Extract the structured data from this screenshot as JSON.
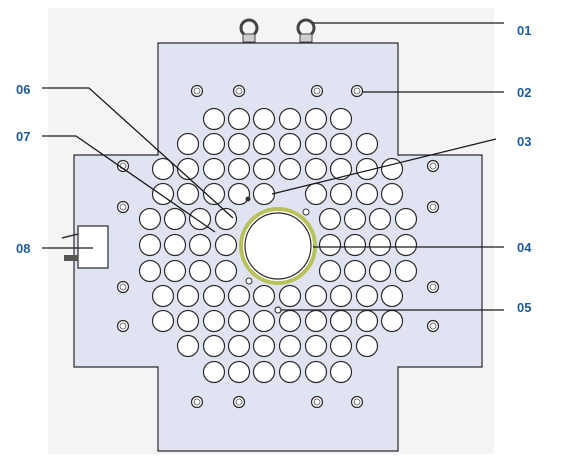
{
  "labels": {
    "l01": "01",
    "l02": "02",
    "l03": "03",
    "l04": "04",
    "l05": "05",
    "l06": "06",
    "l07": "07",
    "l08": "08"
  },
  "colors": {
    "plate_fill": "#dfe3f2",
    "plate_stroke": "#2a2a2a",
    "label_color": "#1f5b9c",
    "ring_color": "#b9c25a"
  }
}
